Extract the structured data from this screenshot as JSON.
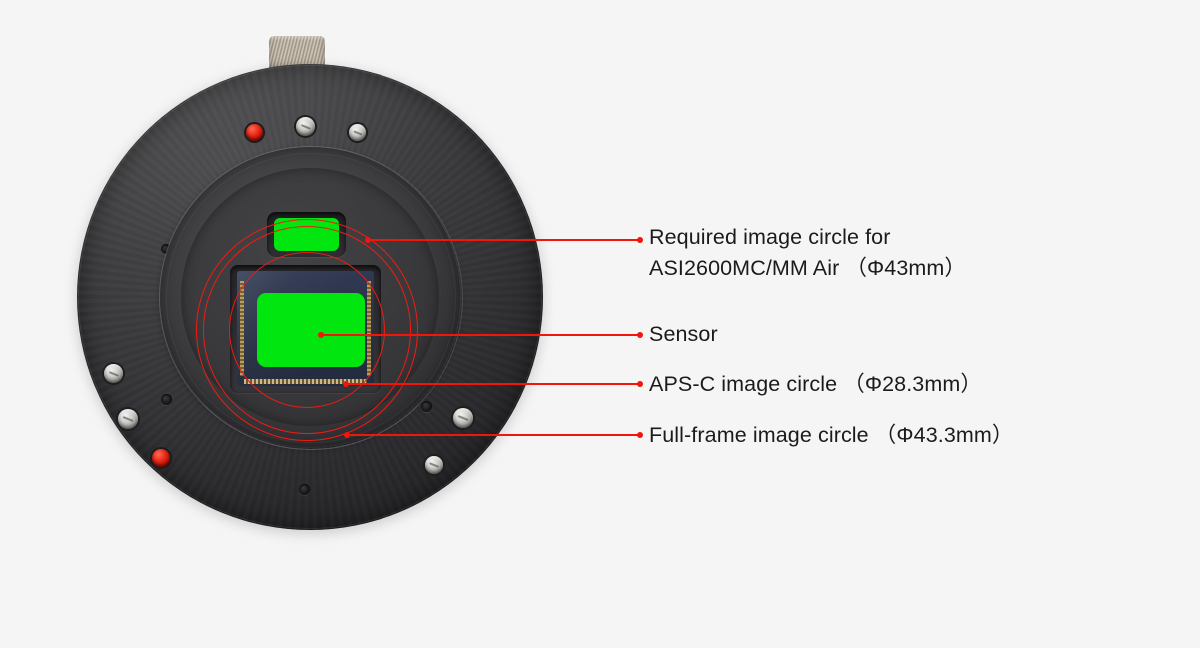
{
  "background_color": "#f5f5f5",
  "annotation_color": "#f2150a",
  "highlight_color": "#00e60e",
  "device": {
    "name": "ASI2600MC/MM Air astronomy camera",
    "body_color": "#3a3a3d",
    "sensor_die_color": "#2b3349"
  },
  "annotations": [
    {
      "id": "required-image-circle",
      "line1": "Required image circle for",
      "line2": "ASI2600MC/MM Air （Φ43mm）",
      "diameter": "Φ43mm"
    },
    {
      "id": "sensor",
      "line1": "Sensor",
      "line2": "",
      "diameter": ""
    },
    {
      "id": "aps-c-image-circle",
      "line1": "APS-C image circle （Φ28.3mm）",
      "line2": "",
      "diameter": "Φ28.3mm"
    },
    {
      "id": "full-frame-image-circle",
      "line1": "Full-frame image circle （Φ43.3mm）",
      "line2": "",
      "diameter": "Φ43.3mm"
    }
  ],
  "circles": [
    {
      "id": "required-circle",
      "label": "Required image circle for ASI2600MC/MM Air"
    },
    {
      "id": "aps-c-circle",
      "label": "APS-C image circle"
    },
    {
      "id": "full-frame-circle",
      "label": "Full-frame image circle"
    }
  ]
}
